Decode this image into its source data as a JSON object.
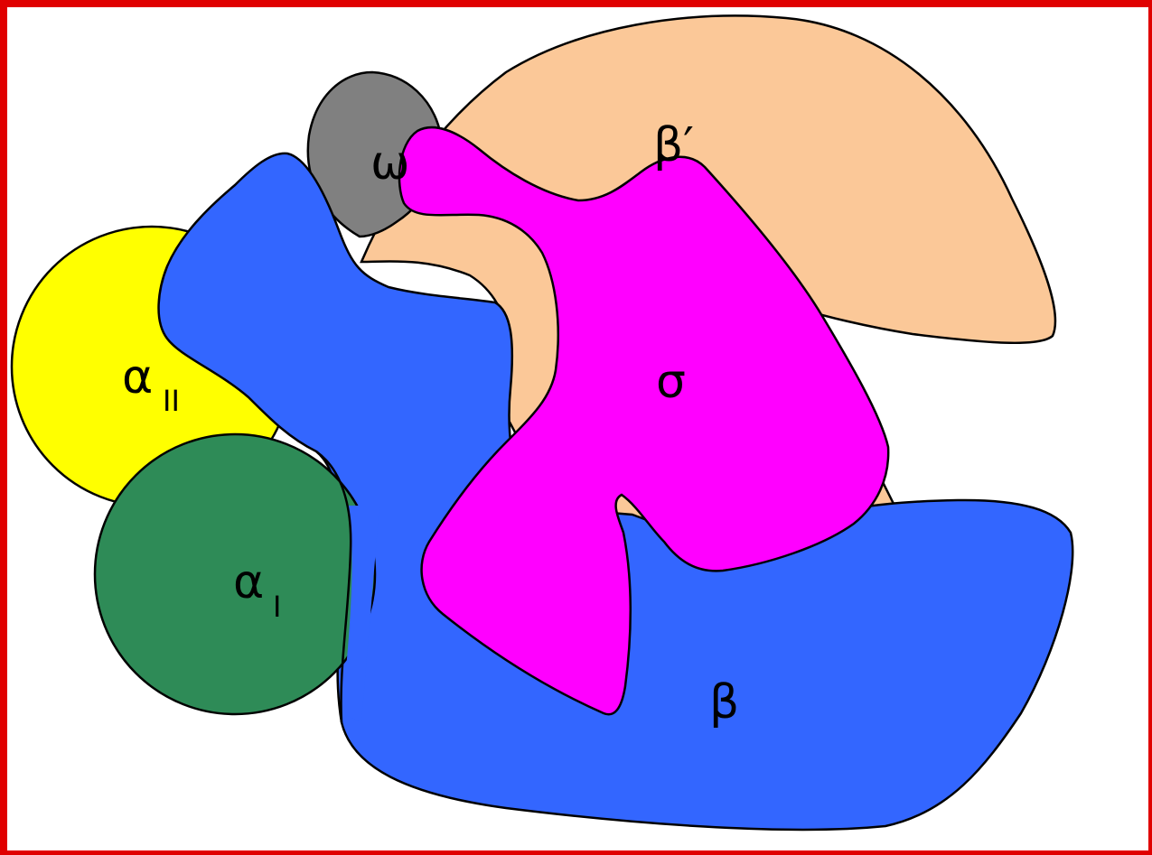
{
  "diagram": {
    "subunits": [
      {
        "id": "alpha-ii",
        "symbol": "α",
        "subscript": "II",
        "color": "#ffff00"
      },
      {
        "id": "alpha-i",
        "symbol": "α",
        "subscript": "I",
        "color": "#2e8b57"
      },
      {
        "id": "omega",
        "symbol": "ω",
        "color": "#808080"
      },
      {
        "id": "beta-prime",
        "symbol": "β′",
        "color": "#fbc898"
      },
      {
        "id": "sigma",
        "symbol": "σ",
        "color": "#ff00ff"
      },
      {
        "id": "beta",
        "symbol": "β",
        "color": "#3366ff"
      }
    ],
    "frame_color": "#e00000",
    "outline_color": "#000000"
  }
}
